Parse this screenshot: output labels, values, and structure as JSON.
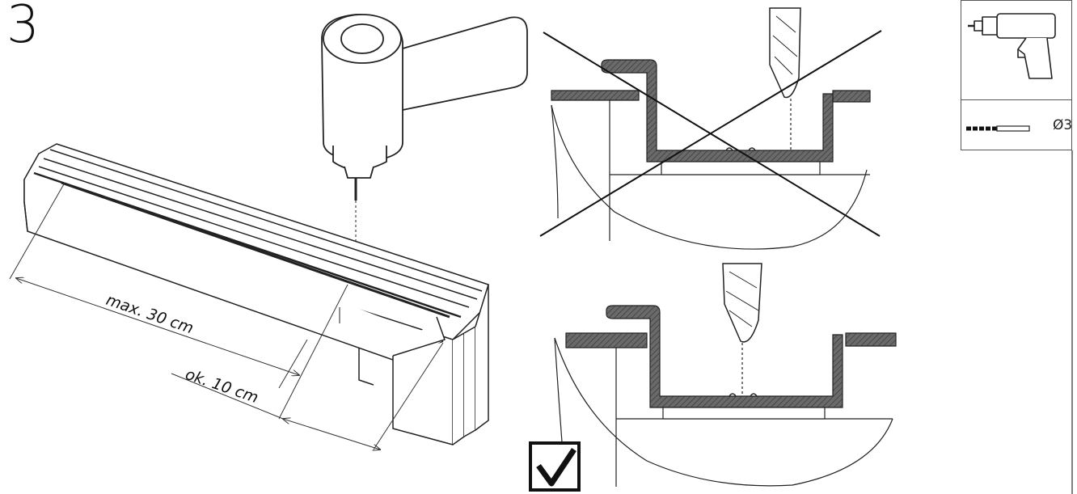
{
  "step": {
    "number": "3"
  },
  "dimensions": {
    "max_label": "max. 30 cm",
    "spacing_label": "ok. 10 cm"
  },
  "tools": {
    "drill_icon": "drill-icon",
    "bit_icon": "drill-bit-icon",
    "bit_size": "Ø3"
  },
  "illustrations": {
    "wrong": {
      "icon": "cross-mark-icon"
    },
    "correct": {
      "icon": "checkmark-icon"
    }
  },
  "colors": {
    "hatch": "#555555",
    "line": "#222222"
  }
}
